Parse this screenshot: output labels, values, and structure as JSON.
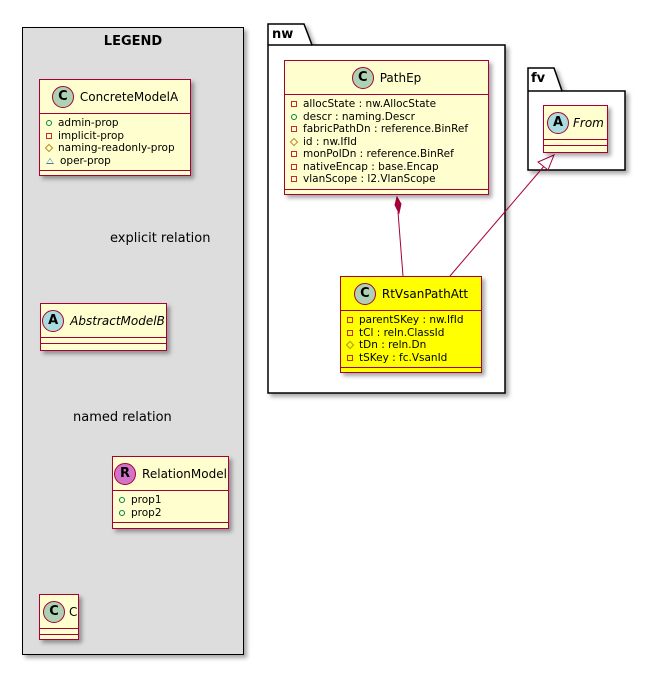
{
  "legend": {
    "title": "LEGEND",
    "concrete_model": {
      "name": "ConcreteModelA",
      "attributes": [
        {
          "vis": "public",
          "text": "admin-prop"
        },
        {
          "vis": "private",
          "text": "implicit-prop"
        },
        {
          "vis": "protected",
          "text": "naming-readonly-prop"
        },
        {
          "vis": "package",
          "text": "oper-prop"
        }
      ]
    },
    "abstract_model": {
      "name": "AbstractModelB"
    },
    "relation_model": {
      "name": "RelationModel",
      "attributes": [
        {
          "vis": "public",
          "text": "prop1"
        },
        {
          "vis": "public",
          "text": "prop2"
        }
      ]
    },
    "class_c": {
      "name": "C"
    },
    "explicit_relation_label": "explicit relation",
    "named_relation_label": "named relation"
  },
  "nw_package": {
    "title": "nw",
    "path_ep": {
      "name": "PathEp",
      "attributes": [
        {
          "vis": "private",
          "text": "allocState : nw.AllocState"
        },
        {
          "vis": "public",
          "text": "descr : naming.Descr"
        },
        {
          "vis": "private",
          "text": "fabricPathDn : reference.BinRef"
        },
        {
          "vis": "protected",
          "text": "id : nw.IfId"
        },
        {
          "vis": "private",
          "text": "monPolDn : reference.BinRef"
        },
        {
          "vis": "private",
          "text": "nativeEncap : base.Encap"
        },
        {
          "vis": "private",
          "text": "vlanScope : l2.VlanScope"
        }
      ]
    },
    "rt_vsan_path_att": {
      "name": "RtVsanPathAtt",
      "attributes": [
        {
          "vis": "private",
          "text": "parentSKey : nw.IfId"
        },
        {
          "vis": "private",
          "text": "tCl : reln.ClassId"
        },
        {
          "vis": "protected",
          "text": "tDn : reln.Dn"
        },
        {
          "vis": "private",
          "text": "tSKey : fc.VsanId"
        }
      ]
    }
  },
  "fv_package": {
    "title": "fv",
    "from_class": {
      "name": "From"
    }
  },
  "colors": {
    "class_fill": "#fefece",
    "class_border": "#a80036",
    "highlight_fill": "#ffff00",
    "legend_fill": "#dddddd"
  }
}
